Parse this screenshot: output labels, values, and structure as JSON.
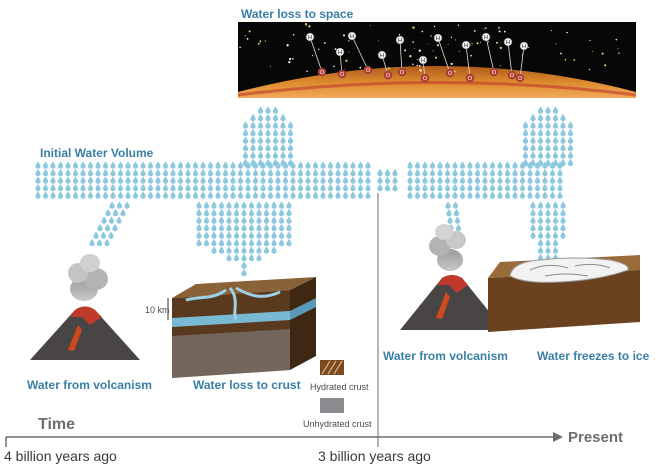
{
  "labels": {
    "water_loss_space": "Water loss to space",
    "initial_water_volume": "Initial Water Volume",
    "water_from_volcanism_left": "Water from volcanism",
    "water_loss_crust": "Water loss to crust",
    "water_from_volcanism_right": "Water from volcanism",
    "water_freezes_ice": "Water freezes to ice",
    "depth": "10 km",
    "hydrated_crust": "Hydrated crust",
    "unhydrated_crust": "Unhydrated crust"
  },
  "timeline": {
    "title": "Time",
    "end_label": "Present",
    "start": "4 billion years ago",
    "middle": "3 billion years ago"
  },
  "space_panel": {
    "molecule_letters": [
      "H",
      "O"
    ]
  },
  "colors": {
    "drop": "#8cc8e0",
    "label_blue": "#3a7fa5",
    "timeline_gray": "#6d6e70",
    "space": "#070707",
    "planet_orange": "#d9822b",
    "hydrated": "#7a4a22",
    "unhydrated": "#8a8a8f"
  }
}
